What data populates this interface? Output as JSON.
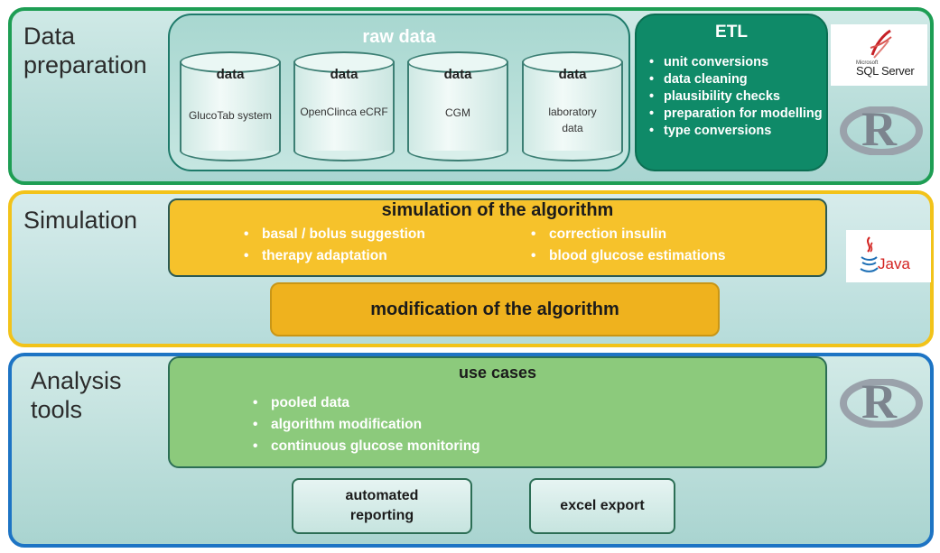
{
  "sections": {
    "data_preparation": "Data\npreparation",
    "simulation": "Simulation",
    "analysis_tools": "Analysis\ntools"
  },
  "raw_data": {
    "title": "raw data",
    "sources": [
      {
        "header": "data",
        "label": "GlucoTab system"
      },
      {
        "header": "data",
        "label": "OpenClinca eCRF"
      },
      {
        "header": "data",
        "label": "CGM"
      },
      {
        "header": "data",
        "label": "laboratory data"
      }
    ]
  },
  "etl": {
    "title": "ETL",
    "items": [
      "unit conversions",
      "data cleaning",
      "plausibility checks",
      "preparation for modelling",
      "type conversions"
    ]
  },
  "simulation": {
    "title": "simulation of the algorithm",
    "left_items": [
      "basal / bolus suggestion",
      "therapy adaptation"
    ],
    "right_items": [
      "correction insulin",
      "blood glucose estimations"
    ],
    "modification": "modification of the algorithm"
  },
  "analysis": {
    "title": "use cases",
    "items": [
      "pooled data",
      "algorithm modification",
      "continuous glucose monitoring"
    ],
    "automated_reporting": "automated\nreporting",
    "excel_export": "excel export"
  },
  "logos": {
    "sql_server_small": "Microsoft",
    "sql_server": "SQL Server",
    "r": "R",
    "java": "Java"
  },
  "colors": {
    "data_band_border": "#1e9e54",
    "simulation_band_border": "#f2c31a",
    "analysis_band_border": "#1d74c4",
    "etl_fill": "#0f8a68",
    "simulation_fill": "#f6c22b",
    "use_cases_fill": "#8cca7c"
  }
}
